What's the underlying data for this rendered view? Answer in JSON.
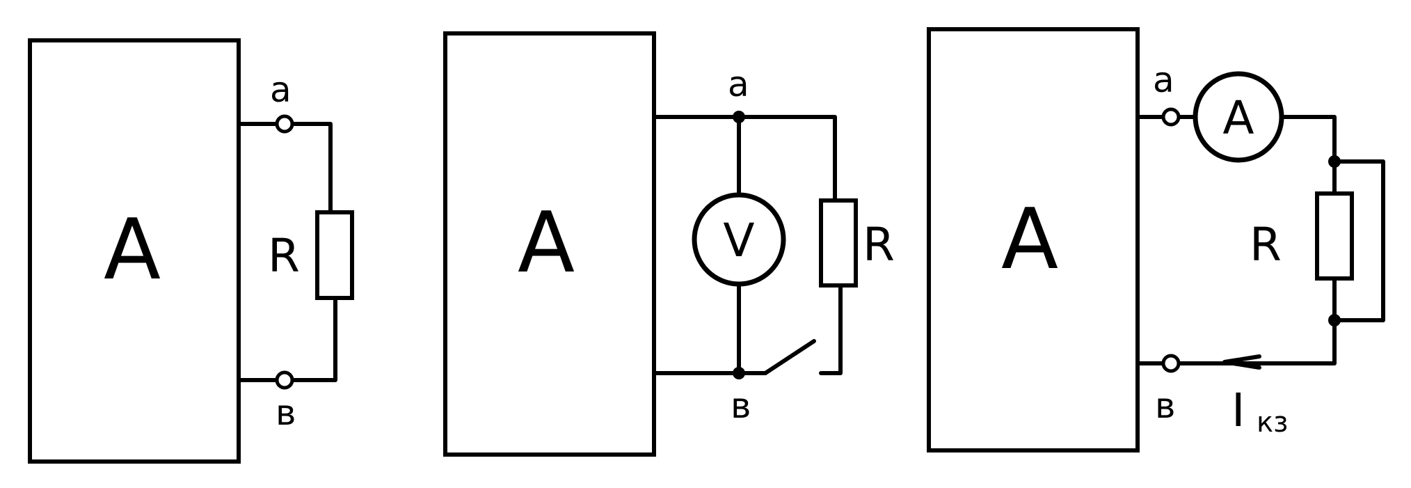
{
  "labels": {
    "network": "A",
    "terminal_top": "a",
    "terminal_bottom": "в",
    "resistor": "R",
    "voltmeter": "V",
    "ammeter": "A",
    "current_main": "I",
    "current_sub": "кз"
  },
  "colors": {
    "ink": "#000000",
    "paper": "#ffffff"
  }
}
